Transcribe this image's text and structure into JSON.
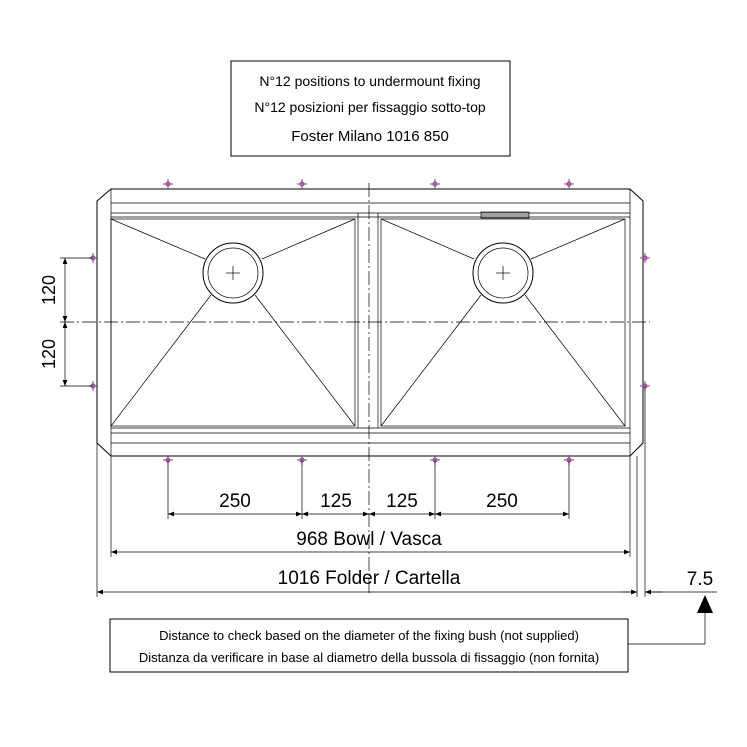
{
  "title_box": {
    "line1": "N°12 positions to undermount fixing",
    "line2": "N°12 posizioni per fissaggio sotto-top",
    "line3": "Foster Milano 1016 850"
  },
  "dimensions": {
    "left_upper": "120",
    "left_lower": "120",
    "d1": "250",
    "d2": "125",
    "d3": "125",
    "d4": "250",
    "bowl": "968 Bowl / Vasca",
    "folder": "1016 Folder / Cartella",
    "offset": "7.5"
  },
  "note_box": {
    "line1": "Distance to check based on the diameter of the fixing bush (not supplied)",
    "line2": "Distanza da verificare in base al diametro della bussola di fissaggio (non fornita)"
  },
  "colors": {
    "line": "#000000",
    "fixing_marker": "#8b3a8b"
  },
  "fixing_points": 12
}
